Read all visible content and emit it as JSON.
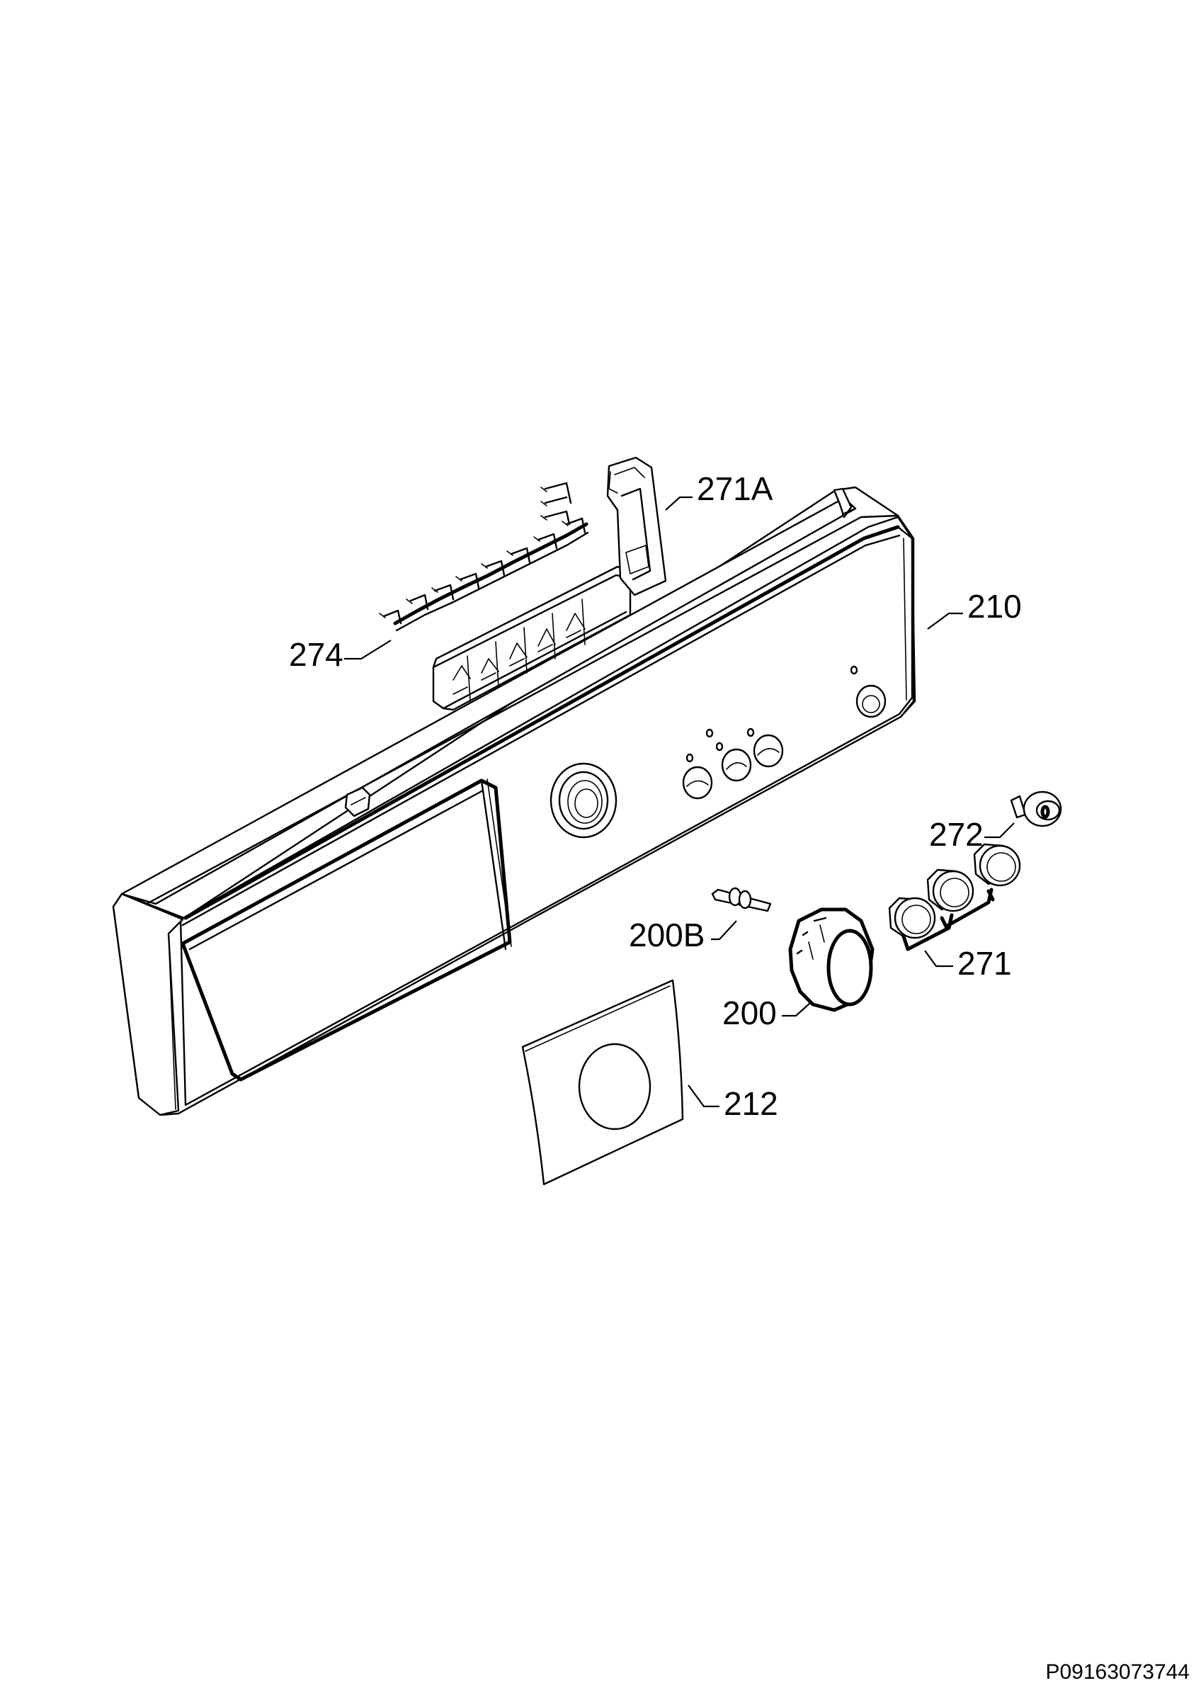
{
  "labels": {
    "p271A": "271A",
    "p274": "274",
    "p210": "210",
    "p272": "272",
    "p200B": "200B",
    "p271": "271",
    "p200": "200",
    "p212": "212"
  },
  "document_id": "P09163073744"
}
